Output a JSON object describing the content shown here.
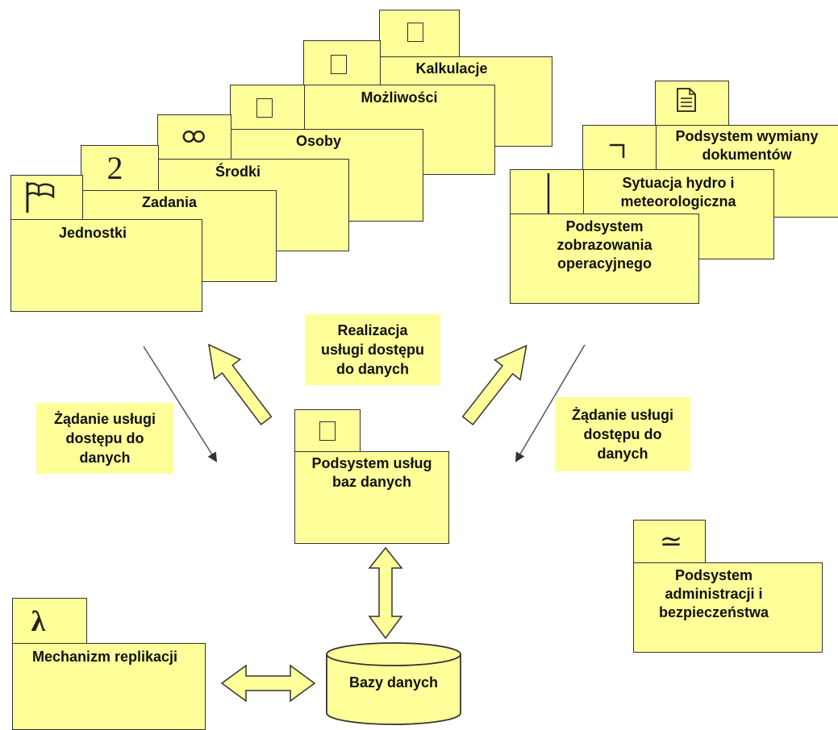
{
  "packages": {
    "kalkulacje": {
      "label": "Kalkulacje",
      "icon": "square-icon"
    },
    "mozliwosci": {
      "label": "Możliwości",
      "icon": "square-icon"
    },
    "osoby": {
      "label": "Osoby",
      "icon": "square-icon"
    },
    "srodki": {
      "label": "Środki",
      "icon": "omega-icon",
      "glyph": "ထ"
    },
    "zadania": {
      "label": "Zadania",
      "icon": "number-two-icon",
      "glyph": "2"
    },
    "jednostki": {
      "label": "Jednostki",
      "icon": "flag-icon"
    },
    "wymiana": {
      "label_line1": "Podsystem wymiany",
      "label_line2": "dokumentów",
      "icon": "document-icon"
    },
    "sytuacja": {
      "label_line1": "Sytuacja hydro i",
      "label_line2": "meteorologiczna",
      "icon": "corner-icon"
    },
    "zobrazowanie": {
      "label_line1": "Podsystem",
      "label_line2": "zobrazowania",
      "label_line3": "operacyjnego",
      "icon": "bar-icon"
    },
    "uslugi": {
      "label_line1": "Podsystem usług",
      "label_line2": "baz danych",
      "icon": "square-icon"
    },
    "administracja": {
      "label_line1": "Podsystem",
      "label_line2": "administracji i",
      "label_line3": "bezpieczeństwa",
      "icon": "approx-icon",
      "glyph": "≃"
    },
    "replikacja": {
      "label": "Mechanizm replikacji",
      "icon": "lambda-icon",
      "glyph": "λ"
    }
  },
  "database": {
    "label": "Bazy danych"
  },
  "notes": {
    "realizacja": {
      "line1": "Realizacja",
      "line2": "usługi dostępu",
      "line3": "do danych"
    },
    "zadanie_left": {
      "line1": "Żądanie usługi",
      "line2": "dostępu do",
      "line3": "danych"
    },
    "zadanie_right": {
      "line1": "Żądanie usługi",
      "line2": "dostępu do",
      "line3": "danych"
    }
  },
  "colors": {
    "fill": "#ffff99",
    "stroke": "#333333"
  }
}
